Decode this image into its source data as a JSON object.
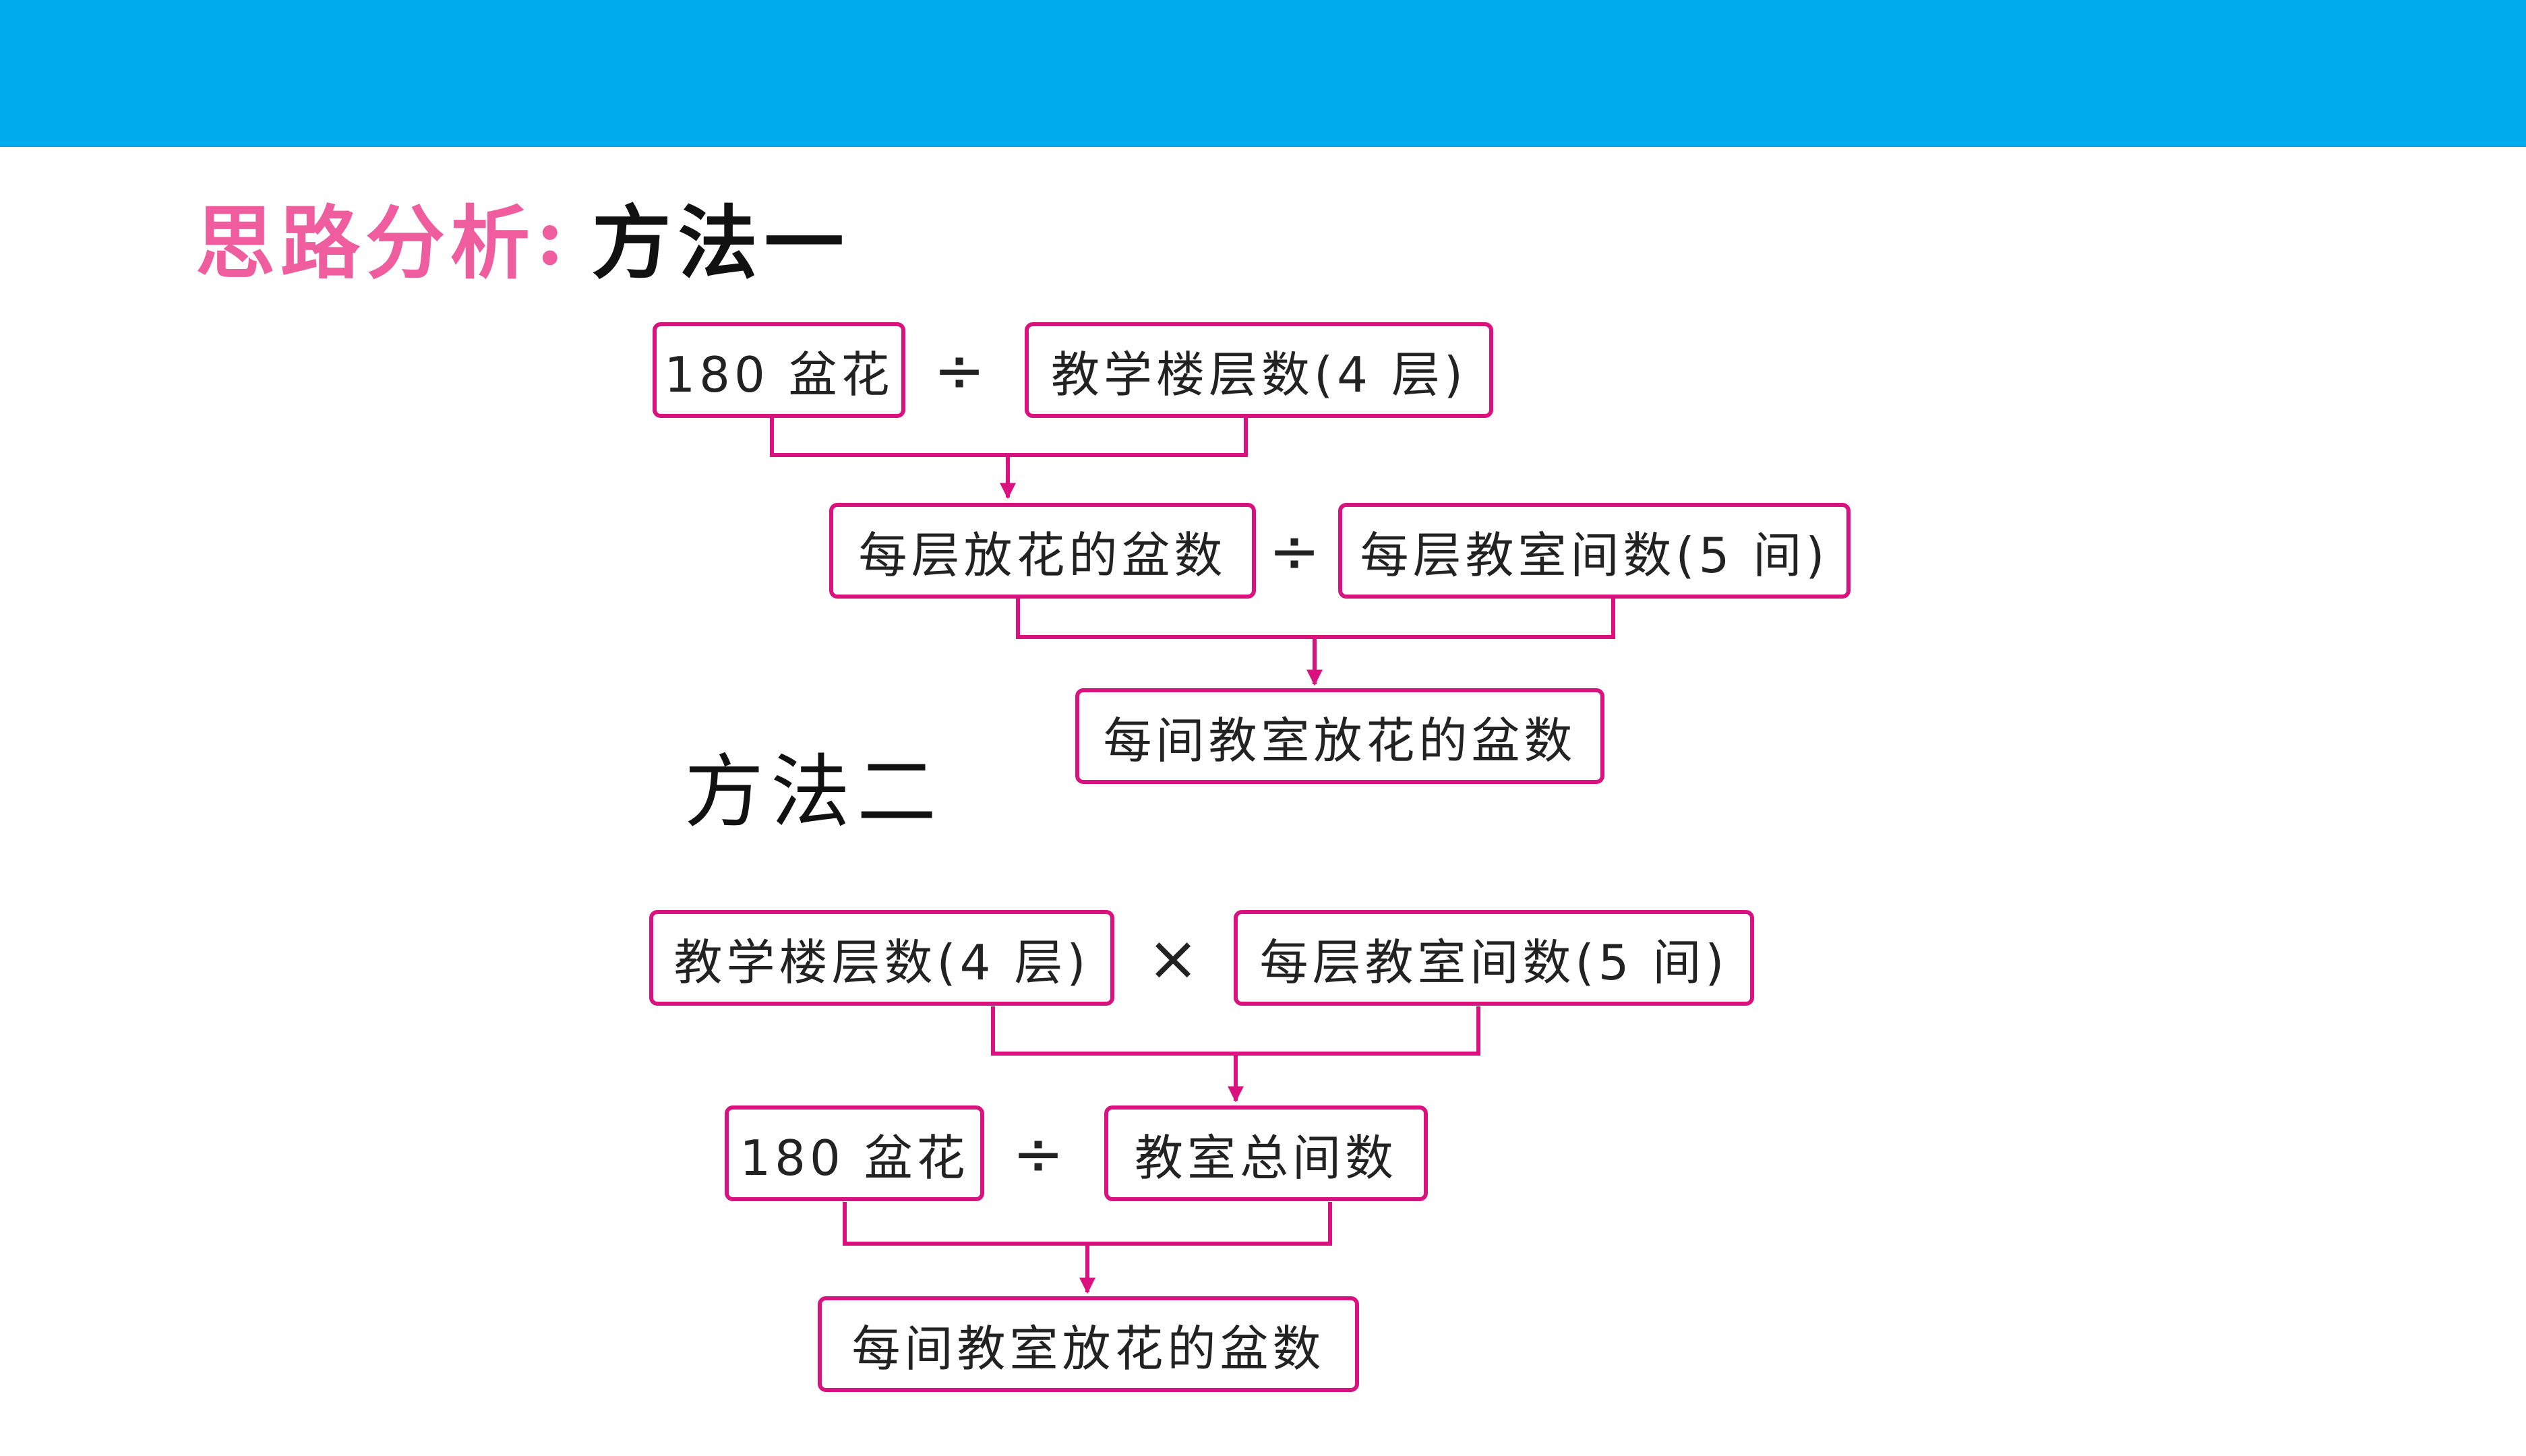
{
  "header": {
    "label": "思路分析",
    "colon": ":"
  },
  "method1": {
    "title": "方法一",
    "box_flowers": "180 盆花",
    "op_divide_1": "÷",
    "box_floors": "教学楼层数(4 层)",
    "box_per_floor_flowers": "每层放花的盆数",
    "op_divide_2": "÷",
    "box_rooms_per_floor": "每层教室间数(5 间)",
    "box_result": "每间教室放花的盆数"
  },
  "method2": {
    "title": "方法二",
    "box_floors": "教学楼层数(4 层)",
    "op_multiply": "×",
    "box_rooms_per_floor": "每层教室间数(5 间)",
    "box_flowers": "180 盆花",
    "op_divide": "÷",
    "box_total_rooms": "教室总间数",
    "box_result": "每间教室放花的盆数"
  },
  "colors": {
    "top_bar": "#00ABEB",
    "heading_pink": "#EF5D9F",
    "box_border": "#D9127F"
  }
}
